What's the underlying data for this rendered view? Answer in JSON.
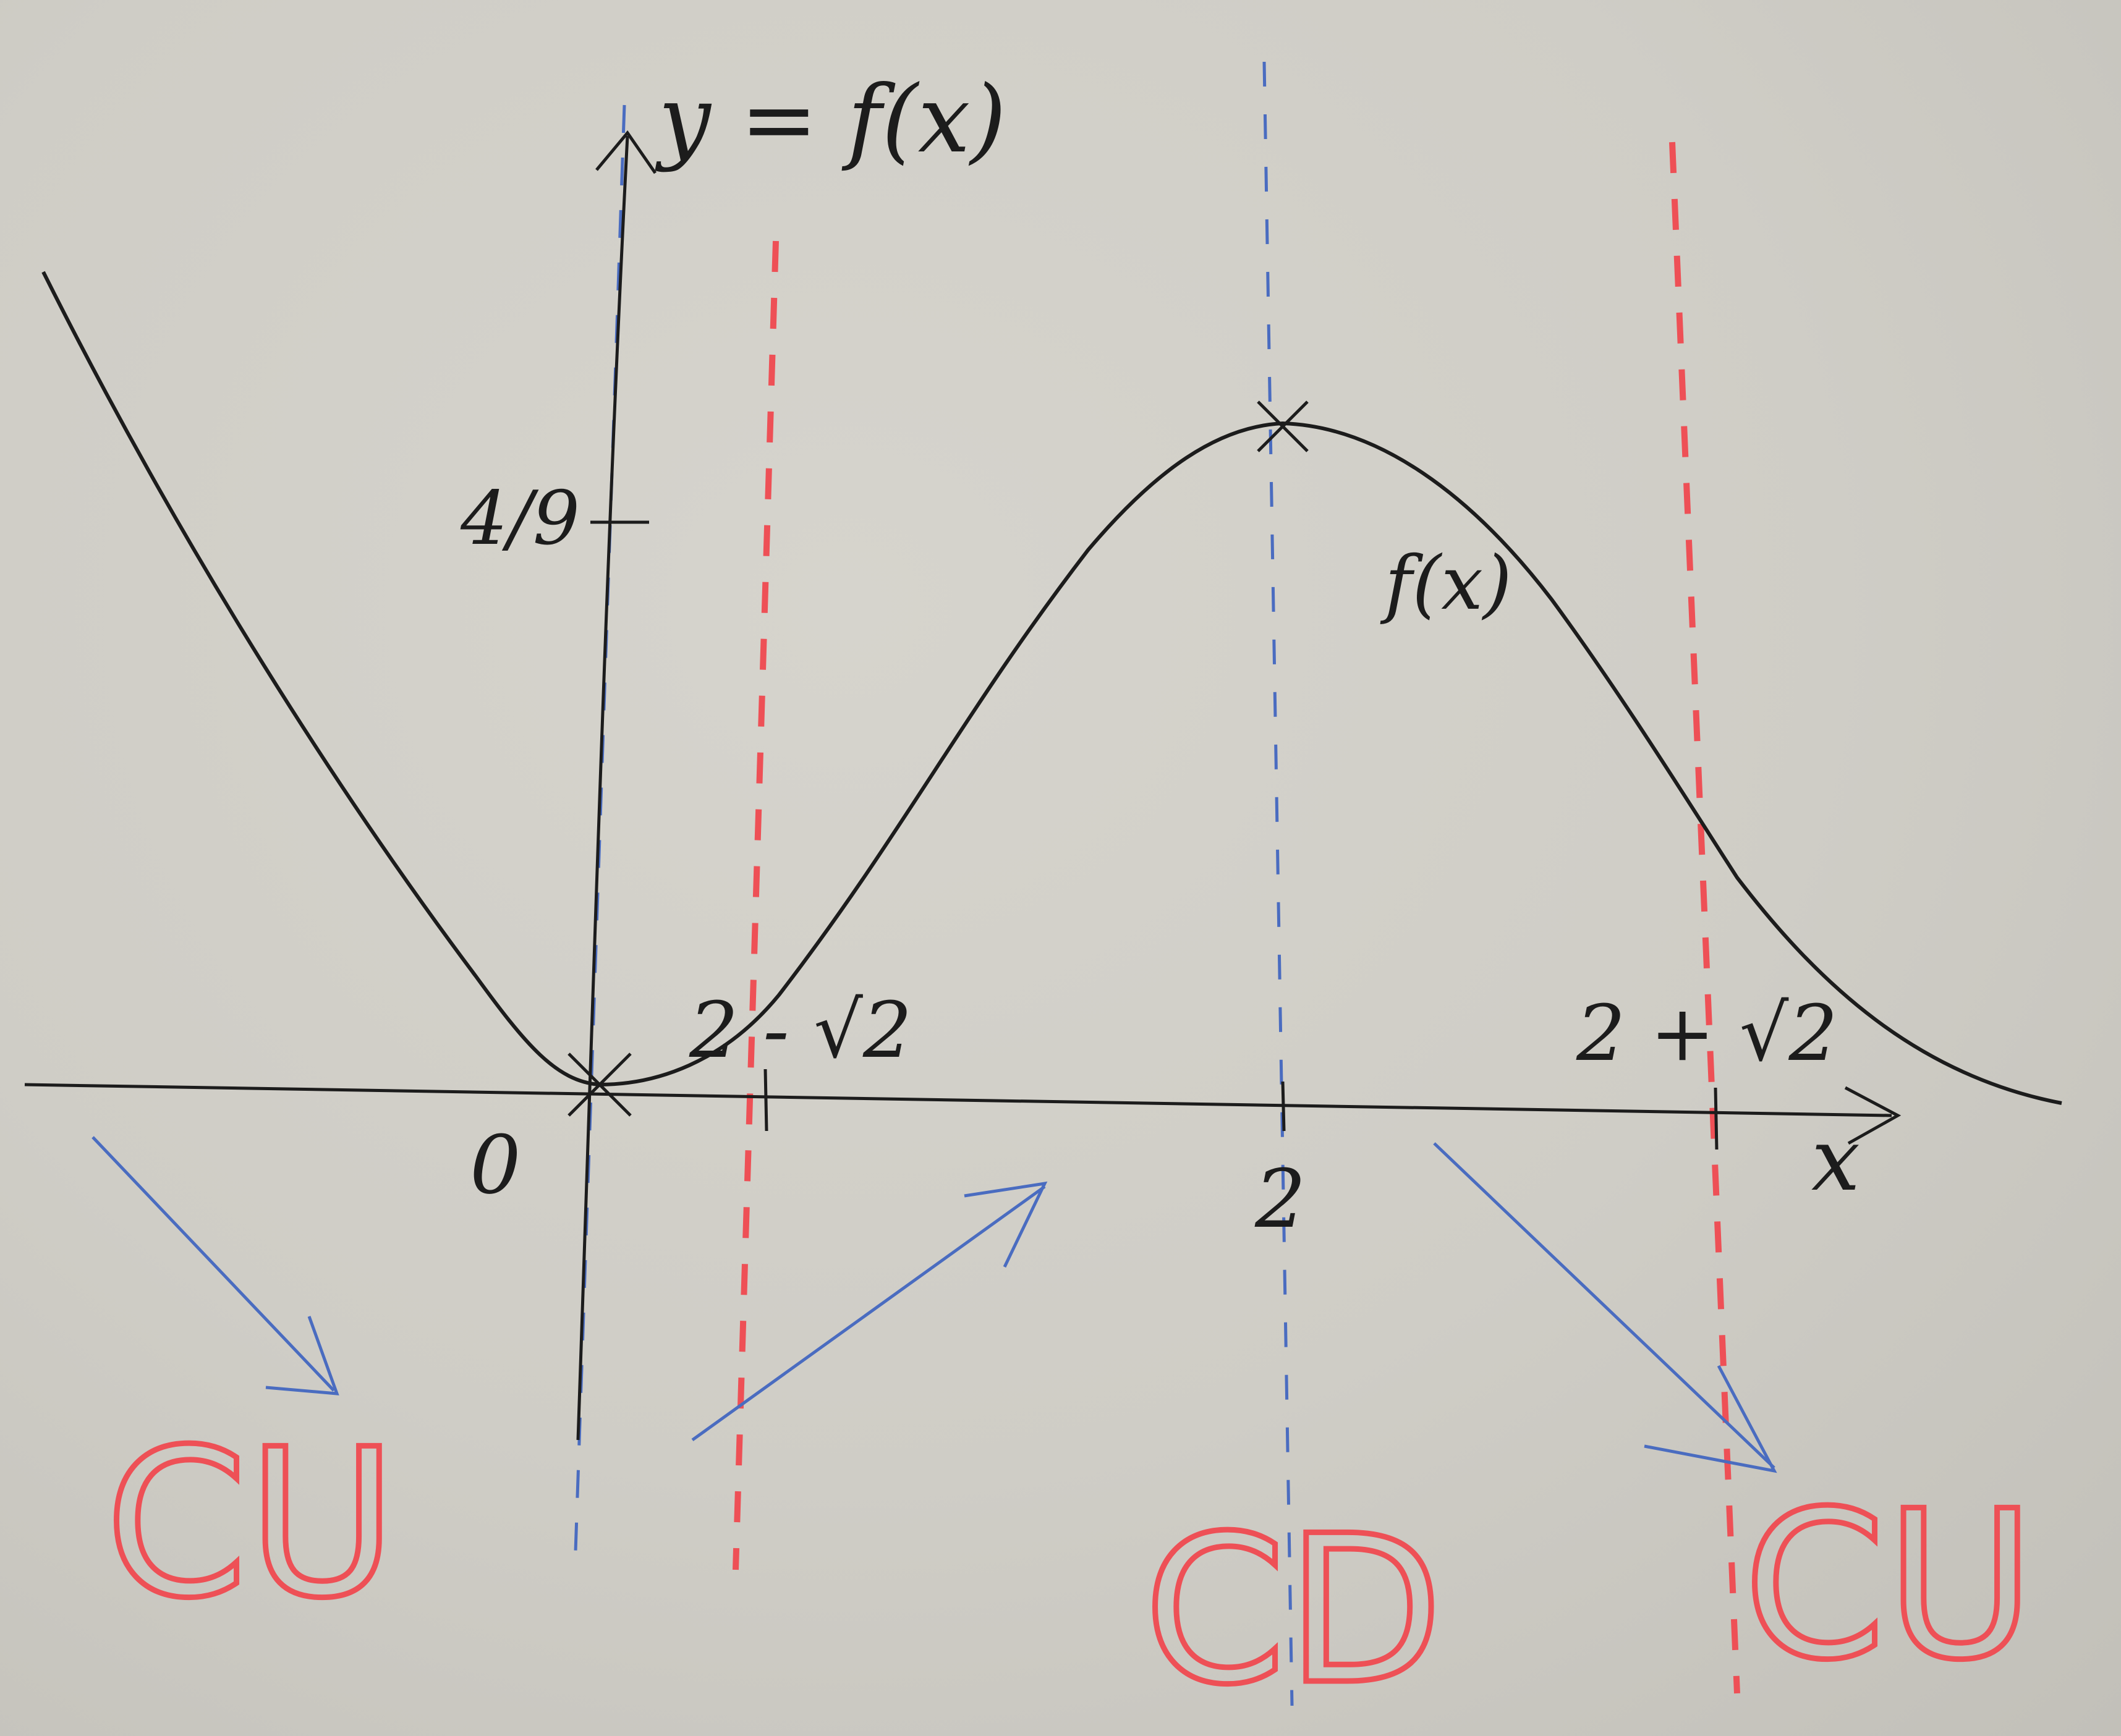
{
  "axis_labels": {
    "y": "y = f(x)",
    "x": "x",
    "origin": "0",
    "y_tick": "4/9"
  },
  "x_ticks": [
    {
      "label": "2 - √2"
    },
    {
      "label": "2"
    },
    {
      "label": "2 + √2"
    }
  ],
  "curve_label": "f(x)",
  "concavity_labels": [
    "CU",
    "CD",
    "CU"
  ],
  "colors": {
    "curve": "#1c1c1c",
    "blue_marker": "#4a6cc0",
    "red_marker": "#ee5056"
  }
}
